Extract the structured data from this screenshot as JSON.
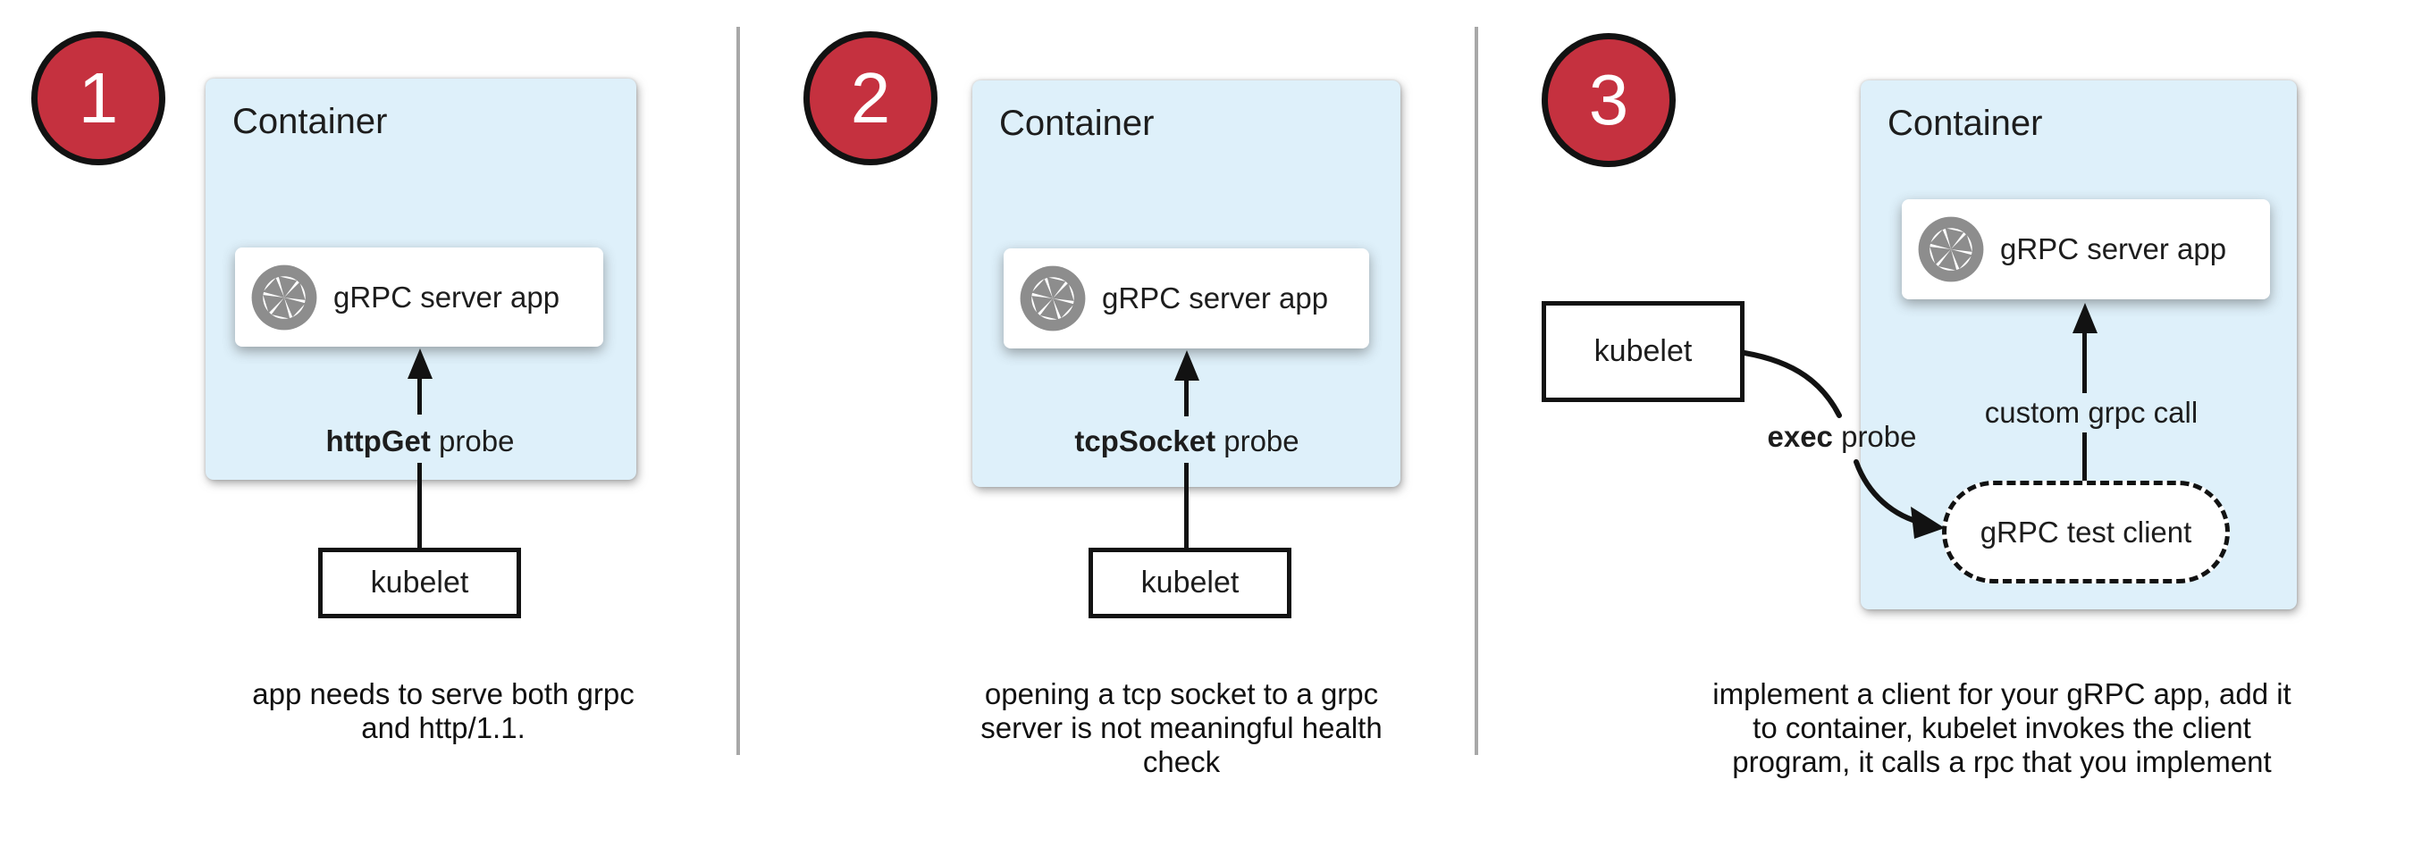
{
  "colors": {
    "container_fill": "#def0fa",
    "circle_red": "#c5313f",
    "icon_gray": "#8d8d8d",
    "divider_gray": "#a8a8a8",
    "line_black": "#121212"
  },
  "panels": [
    {
      "number": "1",
      "container_label": "Container",
      "app_label": "gRPC server app",
      "probe_bold": "httpGet",
      "probe_rest": " probe",
      "kubelet_label": "kubelet",
      "caption_line1": "app needs to serve both grpc",
      "caption_line2": "and http/1.1.",
      "caption_line3": ""
    },
    {
      "number": "2",
      "container_label": "Container",
      "app_label": "gRPC server app",
      "probe_bold": "tcpSocket",
      "probe_rest": " probe",
      "kubelet_label": "kubelet",
      "caption_line1": "opening a tcp socket to a grpc",
      "caption_line2": "server is not meaningful health",
      "caption_line3": "check"
    },
    {
      "number": "3",
      "container_label": "Container",
      "app_label": "gRPC server app",
      "probe_bold": "exec",
      "probe_rest": " probe",
      "kubelet_label": "kubelet",
      "custom_call_label": "custom grpc call",
      "test_client_label": "gRPC test client",
      "caption_line1": "implement a client for your gRPC app, add it",
      "caption_line2": "to container, kubelet invokes the client",
      "caption_line3": "program, it calls a rpc that you implement"
    }
  ]
}
